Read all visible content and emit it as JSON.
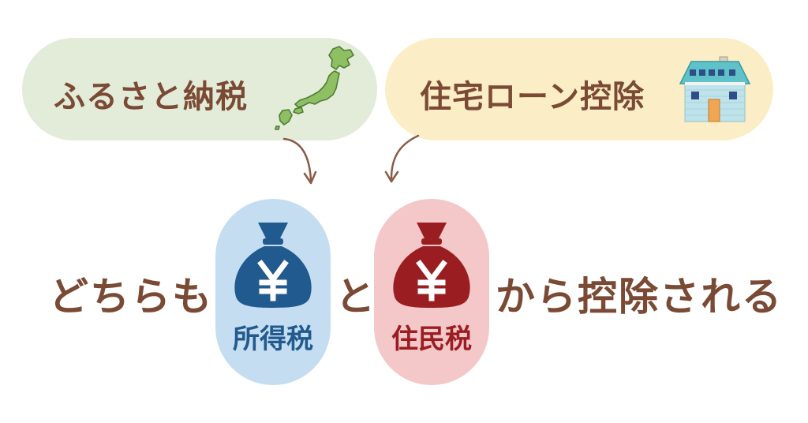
{
  "top_left": {
    "label": "ふるさと納税",
    "icon": "japan-map-icon",
    "color": "#e2ecd9"
  },
  "top_right": {
    "label": "住宅ローン控除",
    "icon": "house-icon",
    "color": "#fbeec6"
  },
  "bottom": {
    "prefix": "どちらも",
    "conjunction": "と",
    "suffix": "から控除される",
    "taxes": [
      {
        "label": "所得税",
        "icon": "yen-money-bag-icon",
        "color": "#215a8f",
        "bg": "#c5ddf1"
      },
      {
        "label": "住民税",
        "icon": "yen-money-bag-icon",
        "color": "#9a1e21",
        "bg": "#f4c7c9"
      }
    ]
  },
  "text_color": "#7b4a35"
}
